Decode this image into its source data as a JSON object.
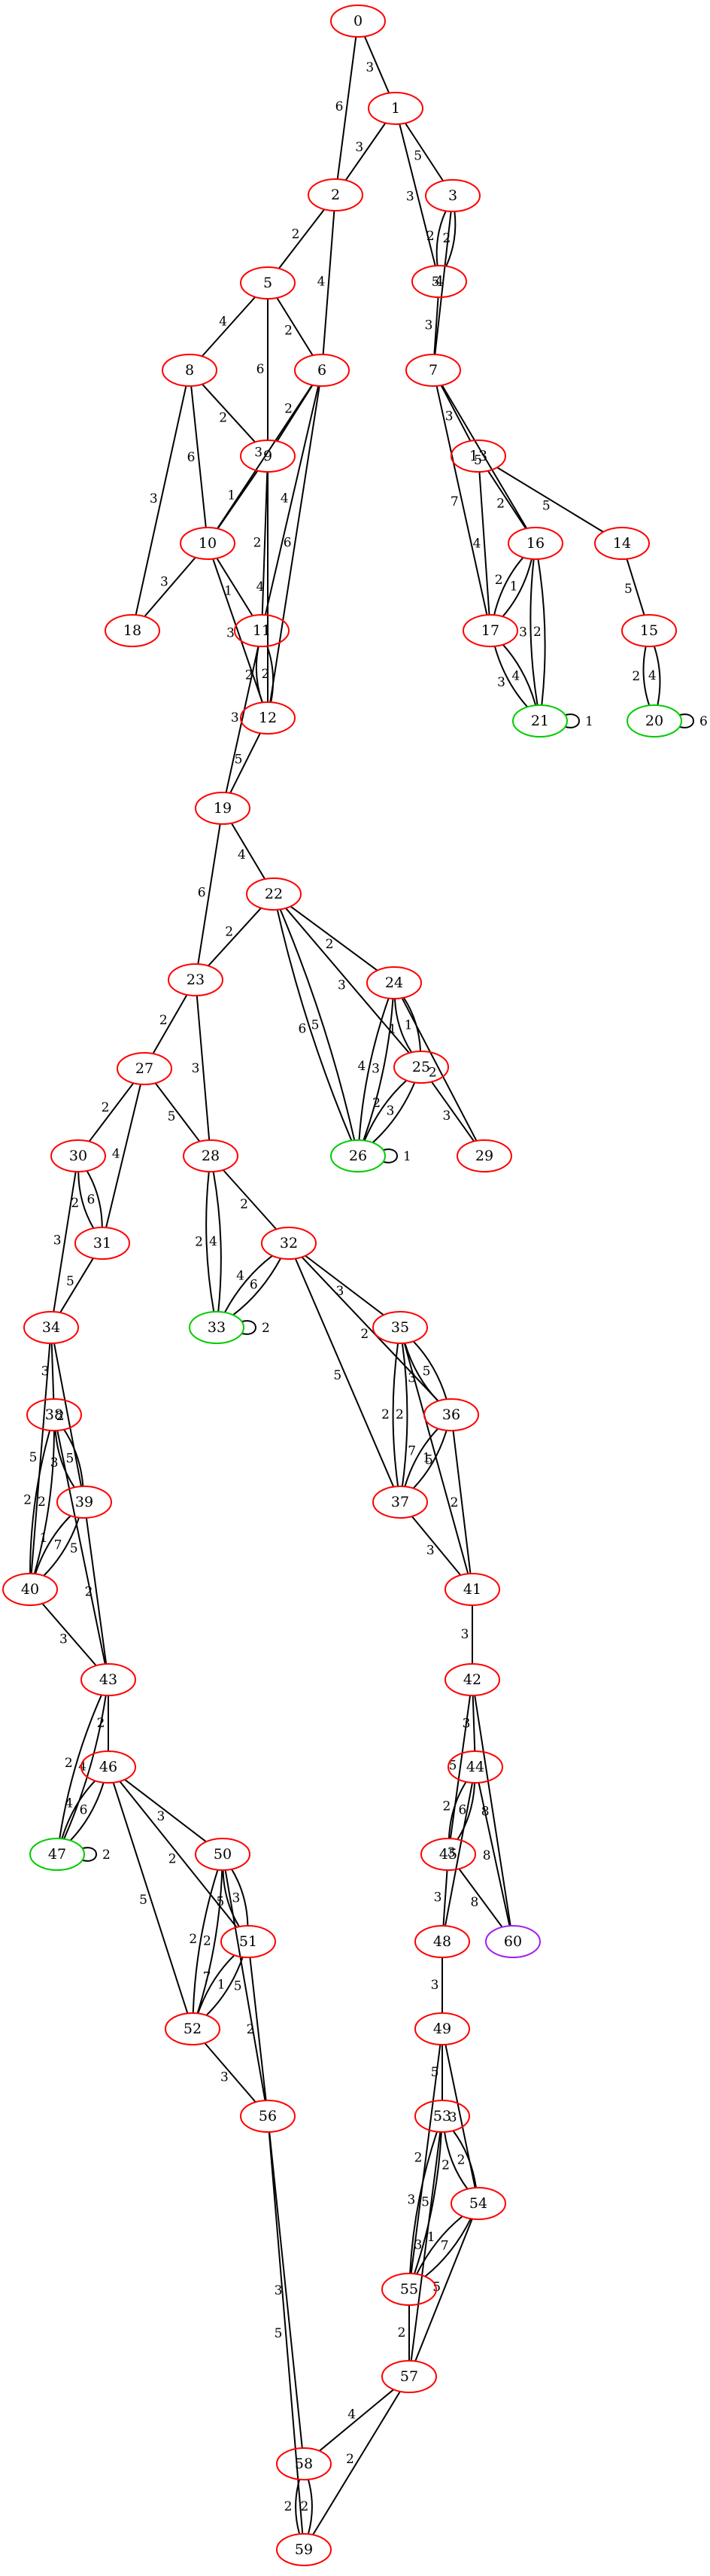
{
  "colors": {
    "default": "#ff0000",
    "green": "#00cc00",
    "purple": "#a020f0",
    "edge": "#000000"
  },
  "nodes": [
    {
      "id": "0",
      "label": "0",
      "color": "red"
    },
    {
      "id": "1",
      "label": "1",
      "color": "red"
    },
    {
      "id": "2",
      "label": "2",
      "color": "red"
    },
    {
      "id": "3",
      "label": "3",
      "color": "red"
    },
    {
      "id": "4",
      "label": "4",
      "color": "red"
    },
    {
      "id": "5",
      "label": "5",
      "color": "red"
    },
    {
      "id": "6",
      "label": "6",
      "color": "red"
    },
    {
      "id": "7",
      "label": "7",
      "color": "red"
    },
    {
      "id": "8",
      "label": "8",
      "color": "red"
    },
    {
      "id": "9",
      "label": "9",
      "color": "red"
    },
    {
      "id": "10",
      "label": "10",
      "color": "red"
    },
    {
      "id": "11",
      "label": "11",
      "color": "red"
    },
    {
      "id": "12",
      "label": "12",
      "color": "red"
    },
    {
      "id": "13",
      "label": "13",
      "color": "red"
    },
    {
      "id": "14",
      "label": "14",
      "color": "red"
    },
    {
      "id": "15",
      "label": "15",
      "color": "red"
    },
    {
      "id": "16",
      "label": "16",
      "color": "red"
    },
    {
      "id": "17",
      "label": "17",
      "color": "red"
    },
    {
      "id": "18",
      "label": "18",
      "color": "red"
    },
    {
      "id": "19",
      "label": "19",
      "color": "red"
    },
    {
      "id": "20",
      "label": "20",
      "color": "green"
    },
    {
      "id": "21",
      "label": "21",
      "color": "green"
    },
    {
      "id": "22",
      "label": "22",
      "color": "red"
    },
    {
      "id": "23",
      "label": "23",
      "color": "red"
    },
    {
      "id": "24",
      "label": "24",
      "color": "red"
    },
    {
      "id": "25",
      "label": "25",
      "color": "red"
    },
    {
      "id": "26",
      "label": "26",
      "color": "green"
    },
    {
      "id": "27",
      "label": "27",
      "color": "red"
    },
    {
      "id": "28",
      "label": "28",
      "color": "red"
    },
    {
      "id": "29",
      "label": "29",
      "color": "red"
    },
    {
      "id": "30",
      "label": "30",
      "color": "red"
    },
    {
      "id": "31",
      "label": "31",
      "color": "red"
    },
    {
      "id": "32",
      "label": "32",
      "color": "red"
    },
    {
      "id": "33",
      "label": "33",
      "color": "green"
    },
    {
      "id": "34",
      "label": "34",
      "color": "red"
    },
    {
      "id": "35",
      "label": "35",
      "color": "red"
    },
    {
      "id": "36",
      "label": "36",
      "color": "red"
    },
    {
      "id": "37",
      "label": "37",
      "color": "red"
    },
    {
      "id": "38",
      "label": "38",
      "color": "red"
    },
    {
      "id": "39",
      "label": "39",
      "color": "red"
    },
    {
      "id": "40",
      "label": "40",
      "color": "red"
    },
    {
      "id": "41",
      "label": "41",
      "color": "red"
    },
    {
      "id": "42",
      "label": "42",
      "color": "red"
    },
    {
      "id": "43",
      "label": "43",
      "color": "red"
    },
    {
      "id": "44",
      "label": "44",
      "color": "red"
    },
    {
      "id": "45",
      "label": "45",
      "color": "red"
    },
    {
      "id": "46",
      "label": "46",
      "color": "red"
    },
    {
      "id": "47",
      "label": "47",
      "color": "green"
    },
    {
      "id": "48",
      "label": "48",
      "color": "red"
    },
    {
      "id": "49",
      "label": "49",
      "color": "red"
    },
    {
      "id": "50",
      "label": "50",
      "color": "red"
    },
    {
      "id": "51",
      "label": "51",
      "color": "red"
    },
    {
      "id": "52",
      "label": "52",
      "color": "red"
    },
    {
      "id": "53",
      "label": "53",
      "color": "red"
    },
    {
      "id": "54",
      "label": "54",
      "color": "red"
    },
    {
      "id": "55",
      "label": "55",
      "color": "red"
    },
    {
      "id": "56",
      "label": "56",
      "color": "red"
    },
    {
      "id": "57",
      "label": "57",
      "color": "red"
    },
    {
      "id": "58",
      "label": "58",
      "color": "red"
    },
    {
      "id": "59",
      "label": "59",
      "color": "red"
    },
    {
      "id": "60",
      "label": "60",
      "color": "purple"
    }
  ],
  "edges": [
    {
      "from": "0",
      "to": "1",
      "label": "3"
    },
    {
      "from": "0",
      "to": "2",
      "label": "6"
    },
    {
      "from": "1",
      "to": "2",
      "label": "3"
    },
    {
      "from": "1",
      "to": "3",
      "label": "5"
    },
    {
      "from": "1",
      "to": "4",
      "label": "3"
    },
    {
      "from": "2",
      "to": "5",
      "label": "2"
    },
    {
      "from": "2",
      "to": "6",
      "label": "4"
    },
    {
      "from": "3",
      "to": "4",
      "label": "2"
    },
    {
      "from": "3",
      "to": "4",
      "label": "2"
    },
    {
      "from": "3",
      "to": "7",
      "label": "5"
    },
    {
      "from": "4",
      "to": "7",
      "label": "3"
    },
    {
      "from": "5",
      "to": "6",
      "label": "2"
    },
    {
      "from": "5",
      "to": "8",
      "label": "4"
    },
    {
      "from": "5",
      "to": "9",
      "label": "6"
    },
    {
      "from": "6",
      "to": "9",
      "label": "2"
    },
    {
      "from": "6",
      "to": "10",
      "label": "3"
    },
    {
      "from": "6",
      "to": "11",
      "label": "4"
    },
    {
      "from": "6",
      "to": "12",
      "label": "6"
    },
    {
      "from": "7",
      "to": "13",
      "label": "3"
    },
    {
      "from": "7",
      "to": "16",
      "label": "5"
    },
    {
      "from": "7",
      "to": "17",
      "label": "7"
    },
    {
      "from": "8",
      "to": "9",
      "label": "2"
    },
    {
      "from": "8",
      "to": "10",
      "label": "6"
    },
    {
      "from": "8",
      "to": "18",
      "label": "3"
    },
    {
      "from": "9",
      "to": "10",
      "label": "1"
    },
    {
      "from": "9",
      "to": "11",
      "label": "2"
    },
    {
      "from": "9",
      "to": "12",
      "label": "4"
    },
    {
      "from": "10",
      "to": "11",
      "label": "1"
    },
    {
      "from": "10",
      "to": "12",
      "label": "3"
    },
    {
      "from": "10",
      "to": "18",
      "label": "3"
    },
    {
      "from": "11",
      "to": "12",
      "label": "2"
    },
    {
      "from": "11",
      "to": "12",
      "label": "2"
    },
    {
      "from": "11",
      "to": "19",
      "label": "3"
    },
    {
      "from": "12",
      "to": "19",
      "label": "5"
    },
    {
      "from": "13",
      "to": "14",
      "label": "5"
    },
    {
      "from": "13",
      "to": "16",
      "label": "2"
    },
    {
      "from": "13",
      "to": "17",
      "label": "4"
    },
    {
      "from": "14",
      "to": "15",
      "label": "5"
    },
    {
      "from": "15",
      "to": "20",
      "label": "4"
    },
    {
      "from": "15",
      "to": "20",
      "label": "2"
    },
    {
      "from": "16",
      "to": "17",
      "label": "1"
    },
    {
      "from": "16",
      "to": "17",
      "label": "2"
    },
    {
      "from": "16",
      "to": "21",
      "label": "2"
    },
    {
      "from": "16",
      "to": "21",
      "label": "3"
    },
    {
      "from": "17",
      "to": "21",
      "label": "4"
    },
    {
      "from": "17",
      "to": "21",
      "label": "3"
    },
    {
      "from": "20",
      "to": "20",
      "label": "6"
    },
    {
      "from": "21",
      "to": "21",
      "label": "1"
    },
    {
      "from": "19",
      "to": "22",
      "label": "4"
    },
    {
      "from": "19",
      "to": "23",
      "label": "6"
    },
    {
      "from": "22",
      "to": "23",
      "label": "2"
    },
    {
      "from": "22",
      "to": "24",
      "label": "2"
    },
    {
      "from": "22",
      "to": "25",
      "label": "3"
    },
    {
      "from": "22",
      "to": "26",
      "label": "5"
    },
    {
      "from": "22",
      "to": "26",
      "label": "6"
    },
    {
      "from": "23",
      "to": "27",
      "label": "2"
    },
    {
      "from": "23",
      "to": "28",
      "label": "3"
    },
    {
      "from": "24",
      "to": "25",
      "label": "1"
    },
    {
      "from": "24",
      "to": "25",
      "label": "1"
    },
    {
      "from": "24",
      "to": "26",
      "label": "3"
    },
    {
      "from": "24",
      "to": "26",
      "label": "4"
    },
    {
      "from": "24",
      "to": "29",
      "label": "2"
    },
    {
      "from": "25",
      "to": "26",
      "label": "3"
    },
    {
      "from": "25",
      "to": "26",
      "label": "2"
    },
    {
      "from": "25",
      "to": "29",
      "label": "3"
    },
    {
      "from": "26",
      "to": "26",
      "label": "1"
    },
    {
      "from": "27",
      "to": "28",
      "label": "5"
    },
    {
      "from": "27",
      "to": "30",
      "label": "2"
    },
    {
      "from": "27",
      "to": "31",
      "label": "4"
    },
    {
      "from": "28",
      "to": "32",
      "label": "2"
    },
    {
      "from": "28",
      "to": "33",
      "label": "4"
    },
    {
      "from": "28",
      "to": "33",
      "label": "2"
    },
    {
      "from": "30",
      "to": "31",
      "label": "6"
    },
    {
      "from": "30",
      "to": "31",
      "label": "2"
    },
    {
      "from": "30",
      "to": "34",
      "label": "3"
    },
    {
      "from": "31",
      "to": "34",
      "label": "5"
    },
    {
      "from": "32",
      "to": "33",
      "label": "6"
    },
    {
      "from": "32",
      "to": "33",
      "label": "4"
    },
    {
      "from": "32",
      "to": "35",
      "label": "3"
    },
    {
      "from": "32",
      "to": "36",
      "label": "2"
    },
    {
      "from": "32",
      "to": "37",
      "label": "5"
    },
    {
      "from": "33",
      "to": "33",
      "label": "2"
    },
    {
      "from": "34",
      "to": "38",
      "label": "3"
    },
    {
      "from": "34",
      "to": "39",
      "label": "2"
    },
    {
      "from": "34",
      "to": "40",
      "label": "5"
    },
    {
      "from": "35",
      "to": "36",
      "label": "5"
    },
    {
      "from": "35",
      "to": "36",
      "label": "3"
    },
    {
      "from": "35",
      "to": "37",
      "label": "2"
    },
    {
      "from": "35",
      "to": "37",
      "label": "2"
    },
    {
      "from": "35",
      "to": "41",
      "label": "5"
    },
    {
      "from": "36",
      "to": "37",
      "label": "1"
    },
    {
      "from": "36",
      "to": "37",
      "label": "7"
    },
    {
      "from": "36",
      "to": "41",
      "label": "2"
    },
    {
      "from": "37",
      "to": "41",
      "label": "3"
    },
    {
      "from": "38",
      "to": "39",
      "label": "5"
    },
    {
      "from": "38",
      "to": "39",
      "label": "3"
    },
    {
      "from": "38",
      "to": "40",
      "label": "2"
    },
    {
      "from": "38",
      "to": "40",
      "label": "2"
    },
    {
      "from": "38",
      "to": "43",
      "label": "5"
    },
    {
      "from": "39",
      "to": "40",
      "label": "7"
    },
    {
      "from": "39",
      "to": "40",
      "label": "1"
    },
    {
      "from": "39",
      "to": "43",
      "label": "2"
    },
    {
      "from": "40",
      "to": "43",
      "label": "3"
    },
    {
      "from": "41",
      "to": "42",
      "label": "3"
    },
    {
      "from": "42",
      "to": "44",
      "label": "3"
    },
    {
      "from": "42",
      "to": "45",
      "label": "5"
    },
    {
      "from": "42",
      "to": "60",
      "label": "8"
    },
    {
      "from": "43",
      "to": "46",
      "label": "2"
    },
    {
      "from": "43",
      "to": "47",
      "label": "4"
    },
    {
      "from": "43",
      "to": "47",
      "label": "2"
    },
    {
      "from": "44",
      "to": "45",
      "label": "6"
    },
    {
      "from": "44",
      "to": "45",
      "label": "2"
    },
    {
      "from": "44",
      "to": "48",
      "label": "3"
    },
    {
      "from": "44",
      "to": "60",
      "label": "8"
    },
    {
      "from": "45",
      "to": "48",
      "label": "3"
    },
    {
      "from": "45",
      "to": "60",
      "label": "8"
    },
    {
      "from": "46",
      "to": "47",
      "label": "6"
    },
    {
      "from": "46",
      "to": "47",
      "label": "4"
    },
    {
      "from": "46",
      "to": "50",
      "label": "3"
    },
    {
      "from": "46",
      "to": "51",
      "label": "2"
    },
    {
      "from": "46",
      "to": "52",
      "label": "5"
    },
    {
      "from": "47",
      "to": "47",
      "label": "2"
    },
    {
      "from": "48",
      "to": "49",
      "label": "3"
    },
    {
      "from": "49",
      "to": "53",
      "label": "5"
    },
    {
      "from": "49",
      "to": "54",
      "label": "3"
    },
    {
      "from": "49",
      "to": "55",
      "label": "2"
    },
    {
      "from": "50",
      "to": "51",
      "label": "3"
    },
    {
      "from": "50",
      "to": "51",
      "label": "5"
    },
    {
      "from": "50",
      "to": "52",
      "label": "2"
    },
    {
      "from": "50",
      "to": "52",
      "label": "2"
    },
    {
      "from": "50",
      "to": "56",
      "label": "5"
    },
    {
      "from": "51",
      "to": "52",
      "label": "1"
    },
    {
      "from": "51",
      "to": "52",
      "label": "7"
    },
    {
      "from": "51",
      "to": "56",
      "label": "2"
    },
    {
      "from": "52",
      "to": "56",
      "label": "3"
    },
    {
      "from": "53",
      "to": "54",
      "label": "2"
    },
    {
      "from": "53",
      "to": "54",
      "label": "2"
    },
    {
      "from": "53",
      "to": "55",
      "label": "5"
    },
    {
      "from": "53",
      "to": "55",
      "label": "3"
    },
    {
      "from": "53",
      "to": "57",
      "label": "3"
    },
    {
      "from": "54",
      "to": "55",
      "label": "7"
    },
    {
      "from": "54",
      "to": "55",
      "label": "1"
    },
    {
      "from": "54",
      "to": "57",
      "label": "5"
    },
    {
      "from": "55",
      "to": "57",
      "label": "2"
    },
    {
      "from": "56",
      "to": "58",
      "label": "3"
    },
    {
      "from": "56",
      "to": "59",
      "label": "5"
    },
    {
      "from": "57",
      "to": "58",
      "label": "4"
    },
    {
      "from": "57",
      "to": "59",
      "label": "2"
    },
    {
      "from": "58",
      "to": "59",
      "label": "2"
    },
    {
      "from": "58",
      "to": "59",
      "label": "2"
    }
  ]
}
